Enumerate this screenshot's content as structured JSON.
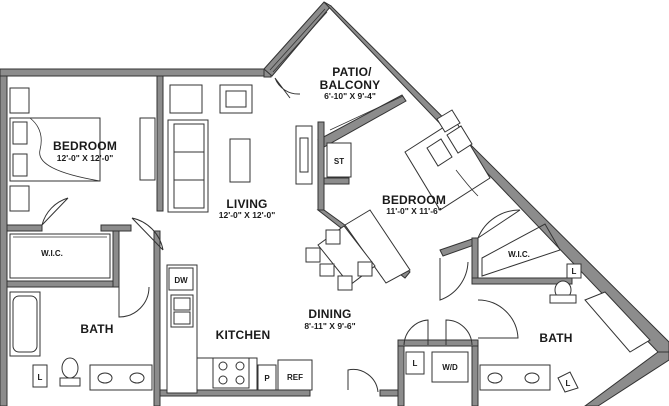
{
  "rooms": {
    "bedroom1": {
      "name": "BEDROOM",
      "dims": "12'-0\" X 12'-0\""
    },
    "living": {
      "name": "LIVING",
      "dims": "12'-0\" X 12'-0\""
    },
    "patio": {
      "name1": "PATIO/",
      "name2": "BALCONY",
      "dims": "6'-10\" X 9'-4\""
    },
    "bedroom2": {
      "name": "BEDROOM",
      "dims": "11'-0\" X 11'-6\""
    },
    "dining": {
      "name": "DINING",
      "dims": "8'-11\" X 9'-6\""
    },
    "kitchen": {
      "name": "KITCHEN"
    },
    "bath1": {
      "name": "BATH"
    },
    "bath2": {
      "name": "BATH"
    },
    "wic1": {
      "name": "W.I.C."
    },
    "wic2": {
      "name": "W.I.C."
    }
  },
  "tags": {
    "st": "ST",
    "dw": "DW",
    "p": "P",
    "ref": "REF",
    "wd": "W/D",
    "linen1": "L",
    "linen2": "L",
    "linen3": "L",
    "linen4": "L"
  },
  "colors": {
    "wall": "#8c8c8c",
    "line": "#333333",
    "background": "#ffffff"
  }
}
